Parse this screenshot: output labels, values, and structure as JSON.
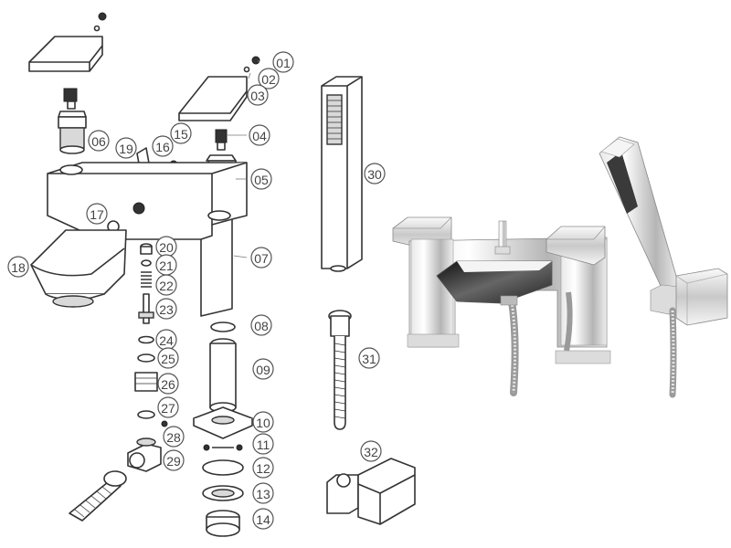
{
  "diagram": {
    "labels": [
      "01",
      "02",
      "03",
      "04",
      "05",
      "06",
      "07",
      "08",
      "09",
      "10",
      "11",
      "12",
      "13",
      "14",
      "15",
      "16",
      "17",
      "18",
      "19",
      "20",
      "21",
      "22",
      "23",
      "24",
      "25",
      "26",
      "27",
      "28",
      "29",
      "30",
      "31",
      "32"
    ]
  },
  "colors": {
    "line": "#333333",
    "chrome_light": "#f2f2f2",
    "chrome_mid": "#bdbdbd",
    "chrome_dark": "#2a2a2a"
  }
}
